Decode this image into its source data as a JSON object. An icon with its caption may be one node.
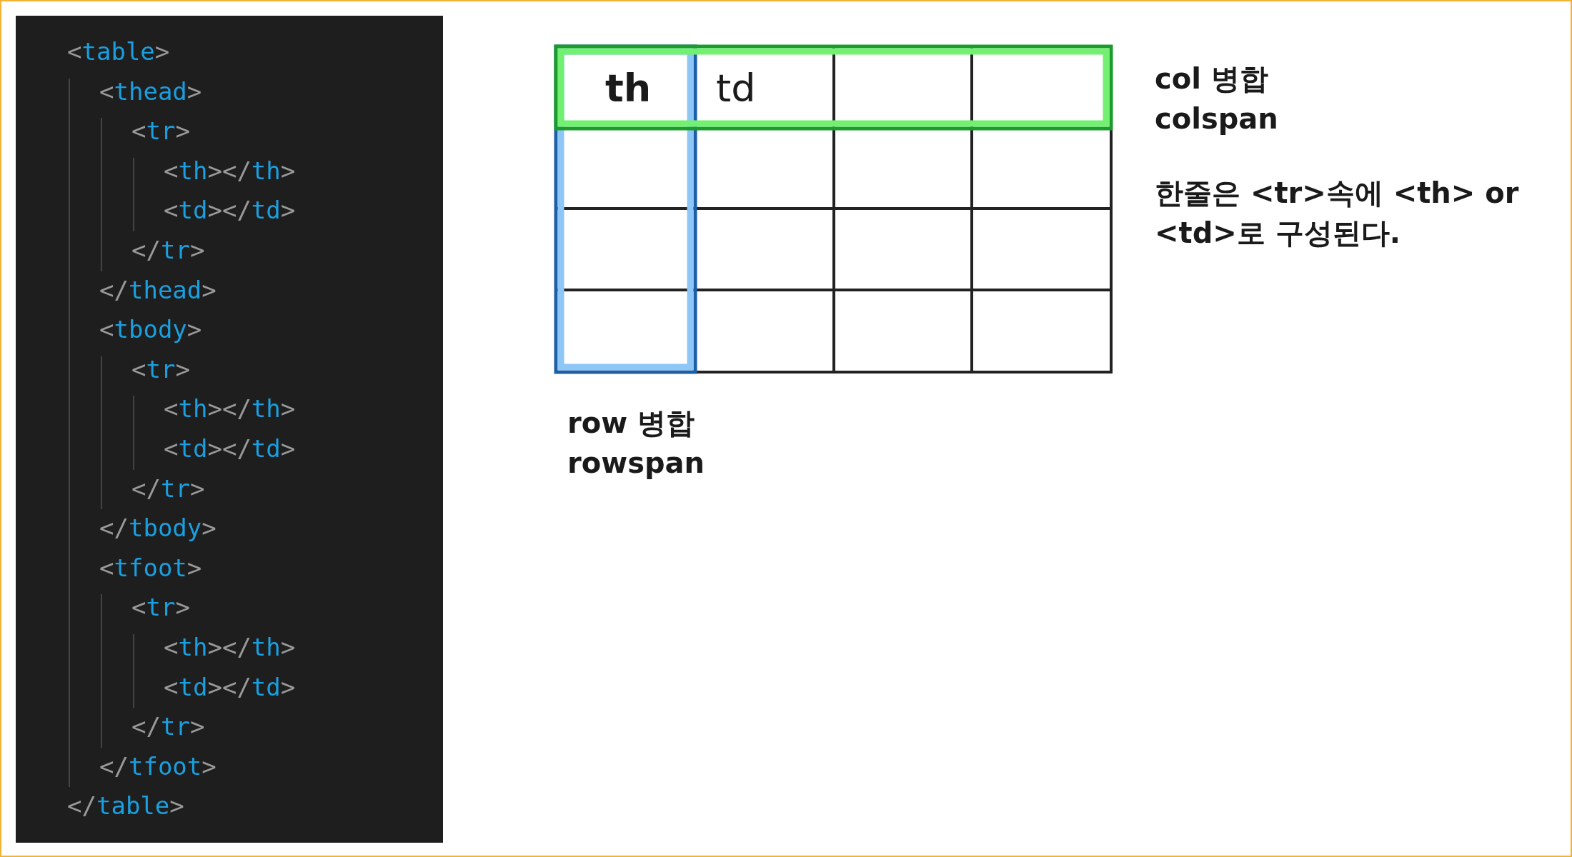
{
  "diagram": {
    "labels": [
      "<table>",
      "<thead>",
      "<tr>",
      "<th></th>",
      "<td></td>",
      "</tr>",
      "</thead>",
      "<tbody>",
      "<tr>",
      "<th></th>",
      "<td></td>",
      "</tr>",
      "</tbody>",
      "<tfoot>",
      "<tr>",
      "<th></th>",
      "<td></td>",
      "</tr>",
      "</tfoot>",
      "</table>",
      "th",
      "td",
      "col 병합 colspan",
      "한줄은 <tr>속에 <th> or <td>로 구성된다.",
      "row 병합 rowspan"
    ]
  }
}
